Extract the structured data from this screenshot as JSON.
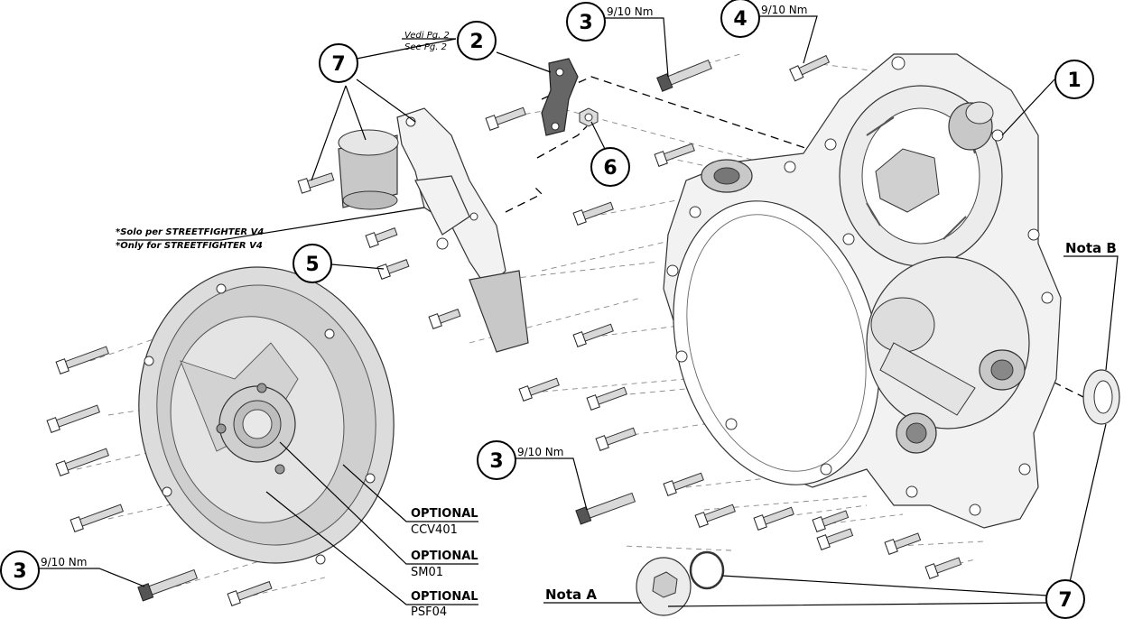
{
  "callouts": {
    "c1": "1",
    "c2": "2",
    "c3_top": "3",
    "c4": "4",
    "c5": "5",
    "c6": "6",
    "c7_top": "7",
    "c3_mid": "3",
    "c3_left": "3",
    "c7_bottom": "7"
  },
  "torques": {
    "t3_top": "9/10 Nm",
    "t4": "9/10 Nm",
    "t3_mid": "9/10 Nm",
    "t3_left": "9/10 Nm"
  },
  "notes": {
    "see_it": "Vedi Pg. 2",
    "see_en": "See Pg. 2",
    "sf_it": "*Solo per STREETFIGHTER V4",
    "sf_en": "*Only for STREETFIGHTER V4"
  },
  "optionals": [
    {
      "label": "OPTIONAL",
      "code": "CCV401"
    },
    {
      "label": "OPTIONAL",
      "code": "SM01"
    },
    {
      "label": "OPTIONAL",
      "code": "PSF04"
    }
  ],
  "nota_a": "Nota A",
  "nota_b": "Nota B"
}
